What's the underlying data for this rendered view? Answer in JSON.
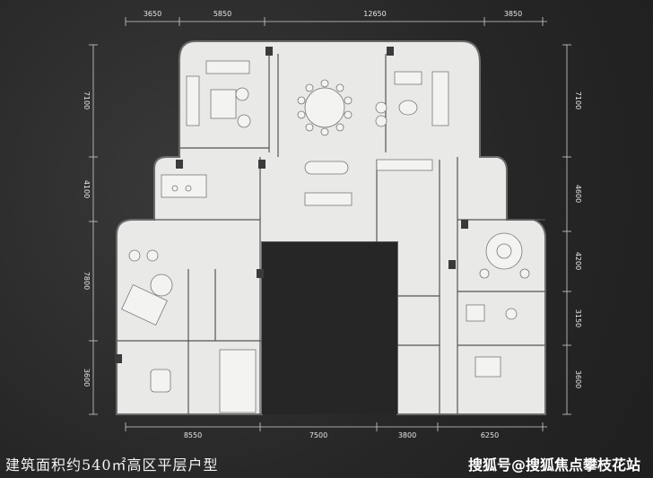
{
  "caption": "建筑面积约540㎡高区平层户型",
  "watermark": "搜狐号@搜狐焦点攀枝花站",
  "dimensions": {
    "top": [
      "3650",
      "5850",
      "12650",
      "3850"
    ],
    "bottom": [
      "8550",
      "7500",
      "3800",
      "6250"
    ],
    "left": [
      "7100",
      "4100",
      "7800",
      "3600"
    ],
    "right": [
      "7100",
      "4600",
      "4200",
      "3150",
      "3600"
    ]
  }
}
